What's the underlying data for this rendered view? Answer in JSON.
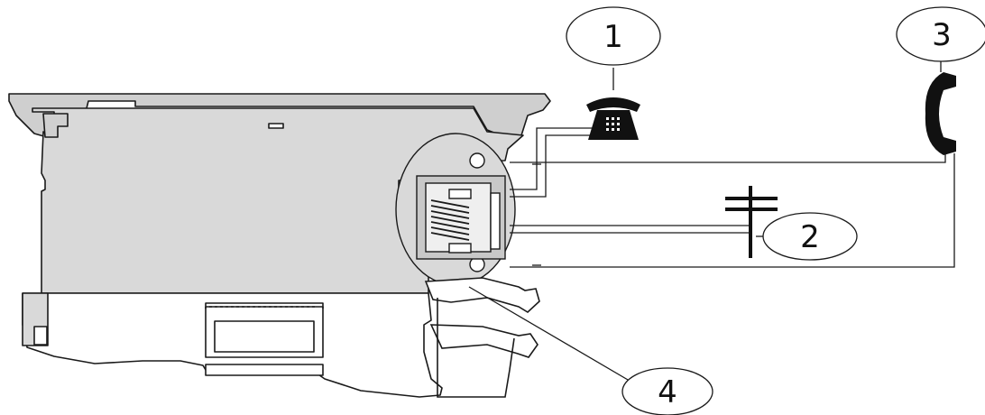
{
  "callouts": [
    {
      "id": "1",
      "label": "1"
    },
    {
      "id": "2",
      "label": "2"
    },
    {
      "id": "3",
      "label": "3"
    },
    {
      "id": "4",
      "label": "4"
    }
  ],
  "colors": {
    "housing": "#d9d9d9",
    "outline": "#1a1a1a",
    "device": "#111111",
    "background": "#ffffff"
  },
  "icons": [
    "telephone-icon",
    "utility-pole-icon",
    "handset-icon"
  ]
}
